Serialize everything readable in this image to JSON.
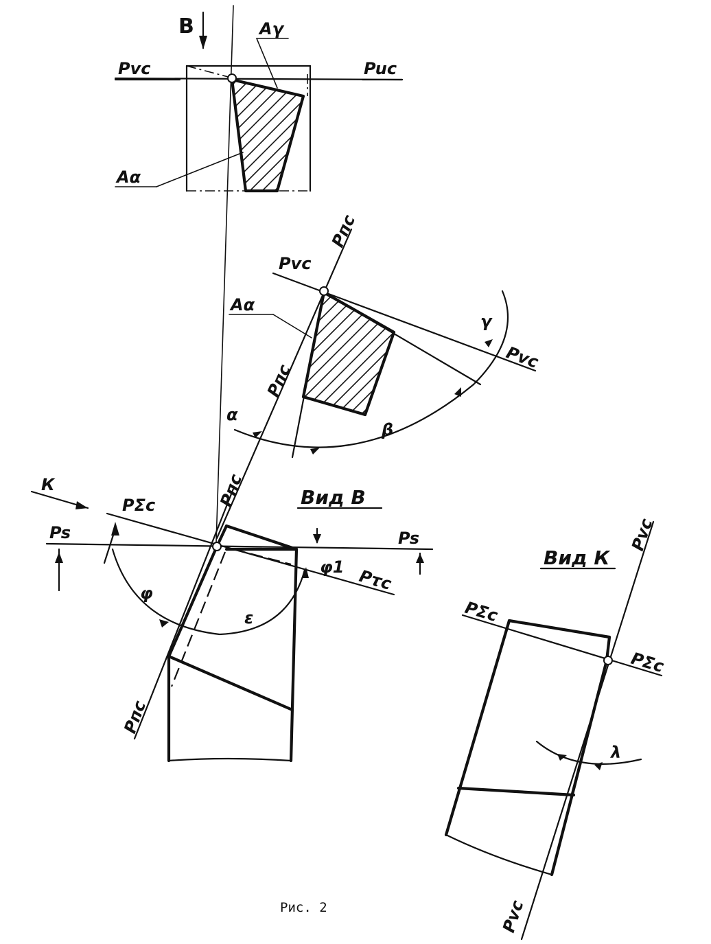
{
  "figure": {
    "caption": "Рис. 2",
    "views": {
      "view_b_title": "Вид В",
      "view_k_title": "Вид К"
    },
    "top_section": {
      "arrow_label": "В",
      "rake_face": "Aγ",
      "flank_face": "Aα",
      "plane_left": "Pvc",
      "plane_right": "Puc"
    },
    "middle_section": {
      "flank_face": "Aα",
      "plane_normal_top": "Pпc",
      "plane_normal_bottom": "Pпc",
      "plane_main_left": "Pvc",
      "plane_main_right": "Pvc",
      "angle_alpha": "α",
      "angle_beta": "β",
      "angle_gamma": "γ"
    },
    "plan_view": {
      "arrow_label": "К",
      "plane_ps_left": "Ps",
      "plane_ps_right": "Ps",
      "plane_cut_left": "PΣc",
      "plane_cut_right": "Pτc",
      "plane_normal_top": "Pпc",
      "plane_normal_bottom": "Pпc",
      "angle_phi": "φ",
      "angle_phi1": "φ1",
      "angle_epsilon": "ε"
    },
    "view_k": {
      "plane_v_top": "Pvc",
      "plane_v_bottom": "Pvc",
      "plane_sigma_left": "PΣc",
      "plane_sigma_right": "PΣc",
      "angle_lambda": "λ"
    }
  }
}
